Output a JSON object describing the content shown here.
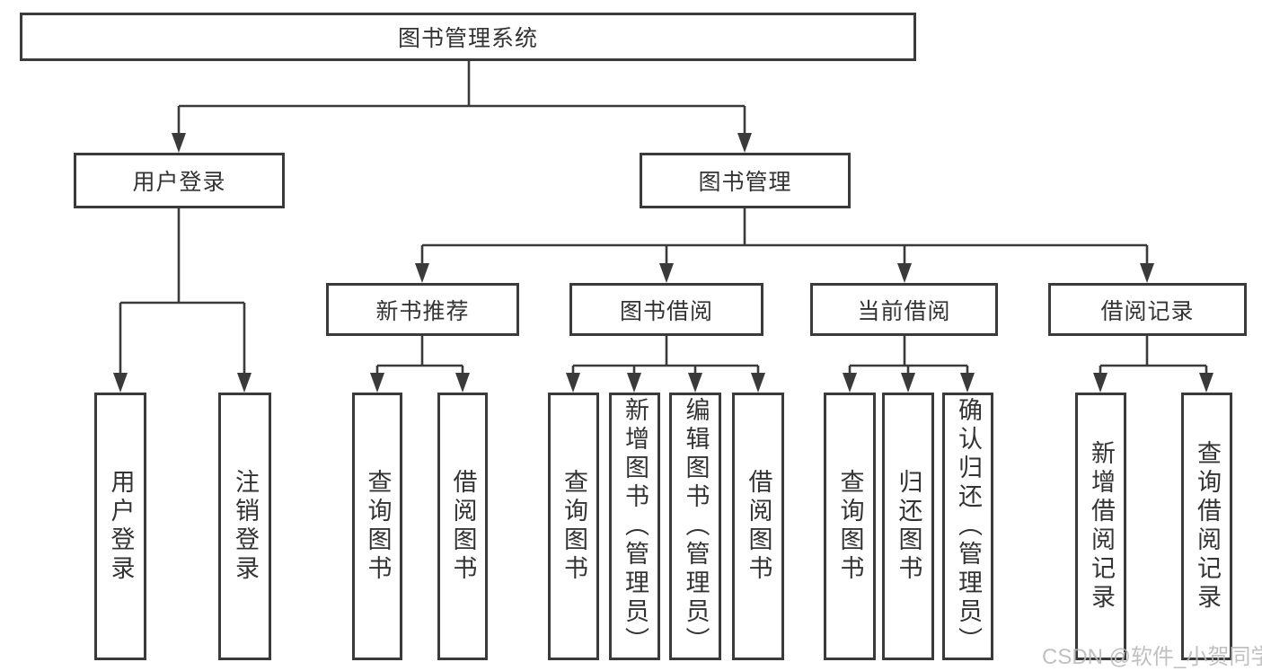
{
  "diagram_title": "图书管理系统",
  "tree": {
    "label": "图书管理系统",
    "children": [
      {
        "label": "用户登录",
        "children": [
          {
            "label": "用户登录"
          },
          {
            "label": "注销登录"
          }
        ]
      },
      {
        "label": "图书管理",
        "children": [
          {
            "label": "新书推荐",
            "children": [
              {
                "label": "查询图书"
              },
              {
                "label": "借阅图书"
              }
            ]
          },
          {
            "label": "图书借阅",
            "children": [
              {
                "label": "查询图书"
              },
              {
                "label": "新增图书（管理员）"
              },
              {
                "label": "编辑图书（管理员）"
              },
              {
                "label": "借阅图书"
              }
            ]
          },
          {
            "label": "当前借阅",
            "children": [
              {
                "label": "查询图书"
              },
              {
                "label": "归还图书"
              },
              {
                "label": "确认归还（管理员）"
              }
            ]
          },
          {
            "label": "借阅记录",
            "children": [
              {
                "label": "新增借阅记录"
              },
              {
                "label": "查询借阅记录"
              }
            ]
          }
        ]
      }
    ]
  },
  "watermark": "CSDN @软件_小贺同学",
  "colors": {
    "line": "#3a3a3a",
    "box_border": "#3a3a3a",
    "text": "#333333",
    "watermark": "#b9b9b9",
    "background": "#ffffff"
  }
}
